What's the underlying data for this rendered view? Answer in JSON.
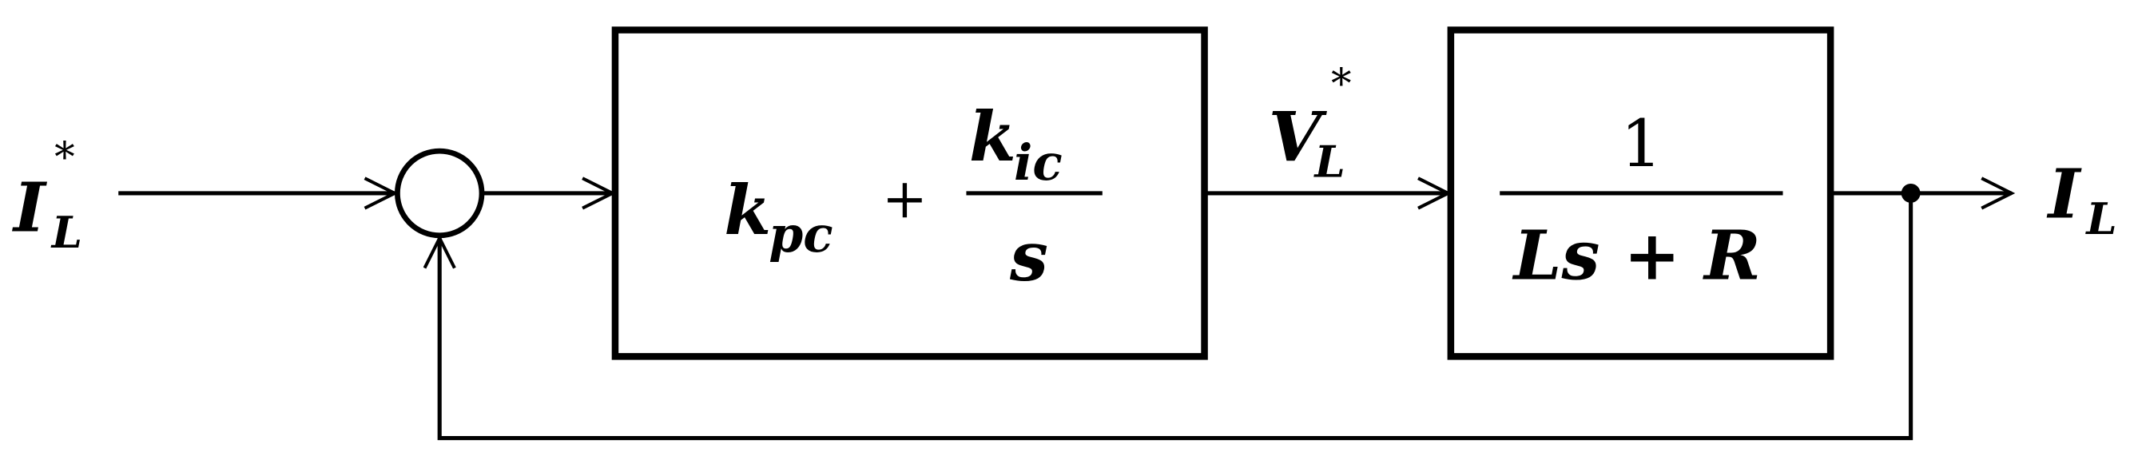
{
  "diagram": {
    "input_label": {
      "main": "I",
      "sub": "L",
      "sup": "*"
    },
    "output_label": {
      "main": "I",
      "sub": "L"
    },
    "intermediate_label": {
      "main": "V",
      "sub": "L",
      "sup": "*"
    },
    "controller_block": {
      "term1": "k",
      "term1_sub": "pc",
      "plus": "+",
      "numerator": "k",
      "numerator_sub": "ic",
      "denominator": "s"
    },
    "plant_block": {
      "numerator": "1",
      "denominator": "Ls + R"
    },
    "colors": {
      "stroke": "#000000",
      "background": "#ffffff"
    }
  }
}
